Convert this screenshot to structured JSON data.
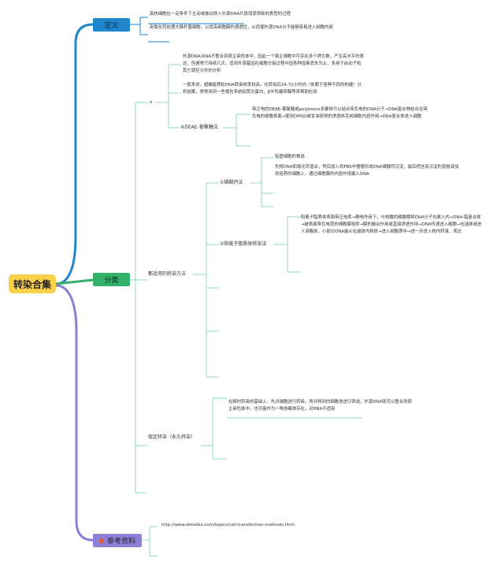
{
  "root": "转染合集",
  "definition": {
    "label": "定义",
    "items": [
      "真核细胞在一定条件下主动或被动导入外源DNA片段而获得新的表型的过程",
      "用氯化钙处理大肠杆菌细胞，以提高细胞膜的通透性，从而使外源DNA分子能够容易进入细胞内部"
    ]
  },
  "classification": {
    "label": "分类",
    "transient": {
      "label": "v",
      "items": [
        "外源DNA/RNA不整合到宿主染色体中，因此一个宿主细胞中可存在多个拷贝数，产生高水平的表达，但通常只持续几天，适到外源基因在细胞分裂过程中因各种因素丢失为止，多用于启动子和其它调控元件的分析",
        "一般来说，超螺旋质粒DNA转染效率较高，在转染后24-72小时内（依赖于各种不同的构建）分析结果，常常用到一些报告系统如荧光蛋白，β半乳糖苷酶等来帮助检测"
      ],
      "deae": {
        "label": "④DEAE-葡聚糖法",
        "text": "带正电的DEAE-葡聚糖或polybrene多聚体可以结合带负电的DNA分子→DNA复合物结合在带负电的细胞表面→使用DMSO或甘油获得的渗透休克或细胞内吞作用→DNA复合体进入细胞"
      }
    },
    "common": {
      "label": "都适用的转染方法",
      "calcium": {
        "label": "①磷酸钙法",
        "items": [
          "贴壁细胞的首选",
          "先将DNA和氯化钙混合，然后加入到PBS中慢慢形成DNA磷酸钙沉淀，最后把含有沉淀的混悬液加到培养的细胞上，通过细胞膜的内吞作用摄入DNA"
        ]
      },
      "liposome": {
        "label": "②阳离子脂质体转染法",
        "text": "阳离子脂质体表面带正电荷→静电作用下，与核酸的磷酸根将DNA分子包裹入内→DNA-脂复合体→被表面带负电荷的细胞膜吸附→膜的融合作用或直接渗透作用→DNA传递进入细胞→包涵体或进入溶酶体，小部分DNA能从包涵体内释放→进入细胞质中→进一步进入核内转录、表达"
      }
    },
    "stable": {
      "label": "稳定转染（永久转染）",
      "text": "在瞬时转染的基础上，先对细胞进行转染，再对得到的细胞池进行筛选，外源DNA既可以整合到宿主染色体中，也可能作为一种游离体存在，对RNA不适用"
    }
  },
  "references": {
    "label": "参考资料",
    "url": "http://www.detaibio.com/topics/cell-transfection-methods.html"
  },
  "colors": {
    "definition": "#1f86cc",
    "classification": "#33b06a",
    "references": "#8b7fd6",
    "root": "#fcd14a",
    "branch": "#8fd8c5"
  }
}
